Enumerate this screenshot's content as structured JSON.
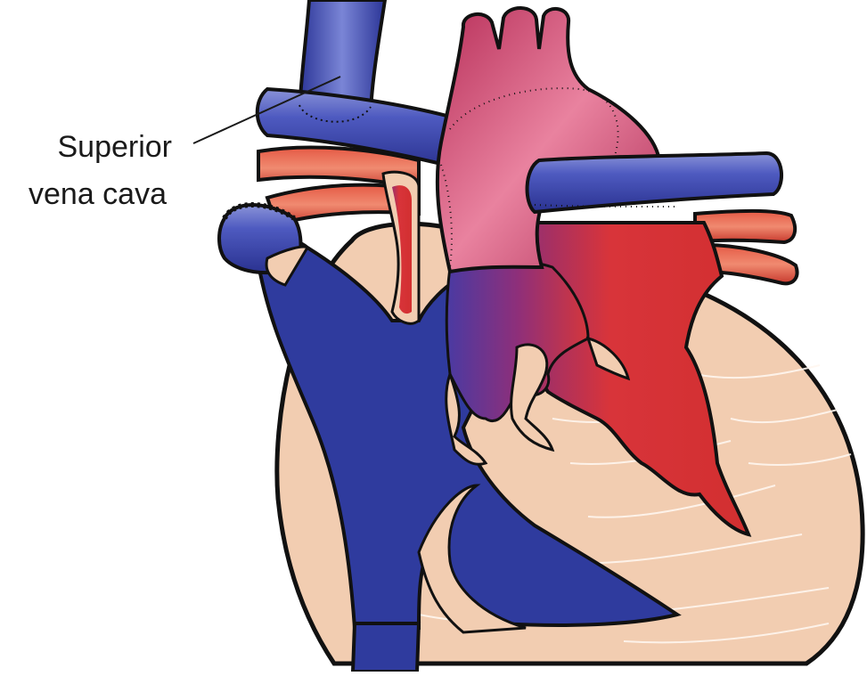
{
  "diagram": {
    "labels": [
      {
        "id": "superior-vena-cava",
        "lines": [
          "Superior",
          "vena cava"
        ]
      }
    ],
    "colors": {
      "deoxygenated_blue": "#2f3b9e",
      "oxygenated_red": "#d8343a",
      "aorta_pink": "#c93a6a",
      "myocardium_tan": "#f2cdb1",
      "outline": "#111111"
    }
  }
}
